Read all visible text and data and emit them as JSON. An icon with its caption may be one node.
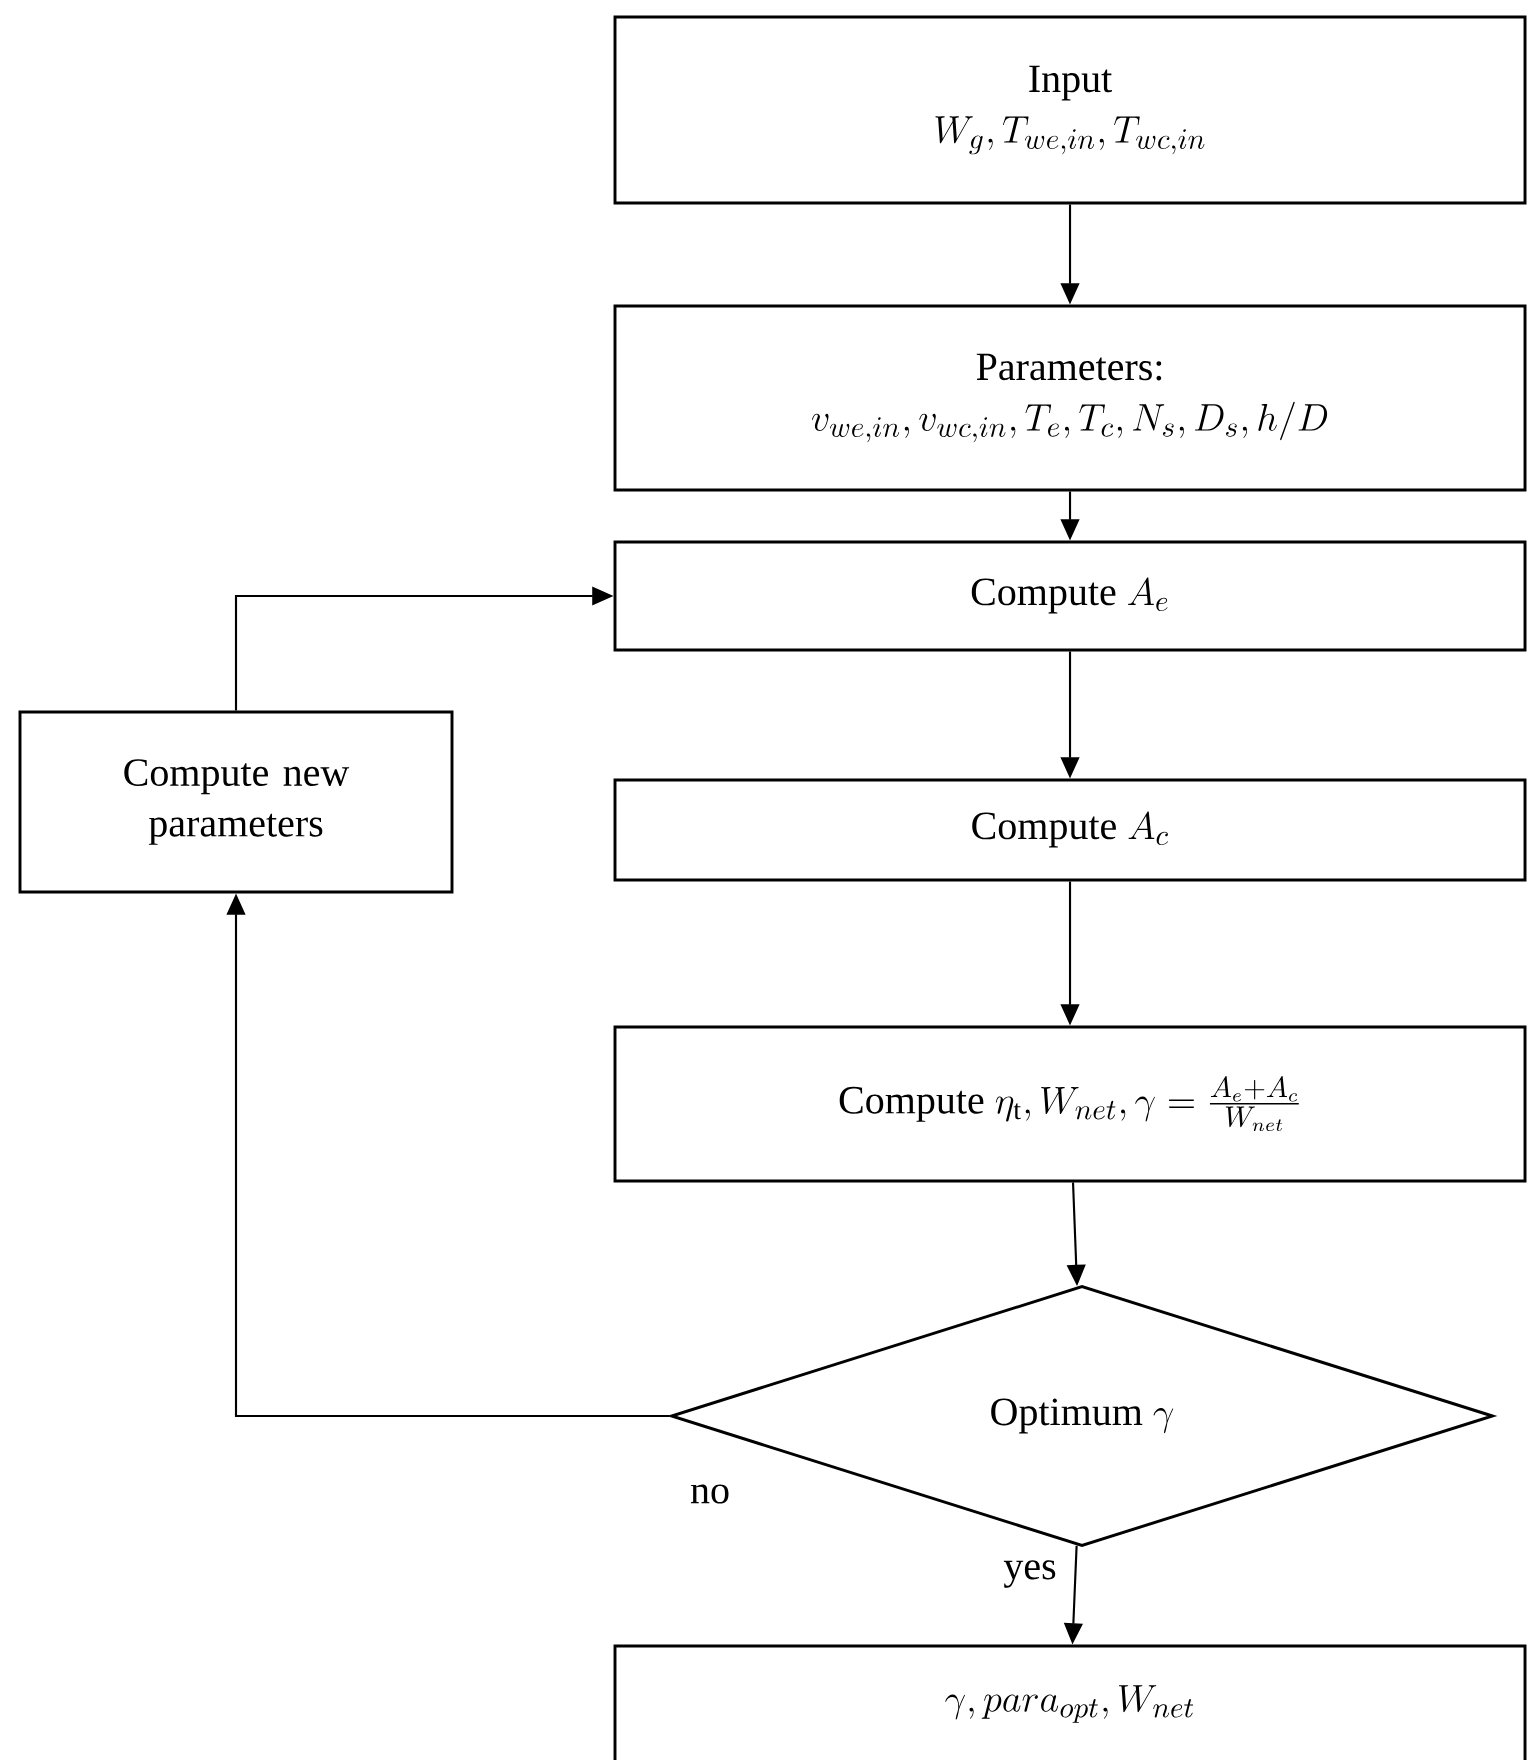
{
  "diagram": {
    "nodes": [
      {
        "text": [
          "Input",
          "W_g,T_{we,in}, T_{wc,in}"
        ]
      },
      {
        "text": [
          "Parameters:",
          "v_{we,in}, v_{wc,in}, T_e, T_c, N_s, D_s, h/D"
        ]
      },
      {
        "text": [
          "\\text{Compute } A_e"
        ]
      },
      {
        "text": [
          "\\text{Compute } A_c"
        ]
      },
      {
        "text": [
          "\\text{Compute } \\eta_{\\mathrm{t}}, W_{net}, \\gamma = \\frac{A_e+A_c}{W_{net}}"
        ]
      },
      {
        "text": [
          "\\text{Optimum } \\gamma"
        ]
      },
      {
        "text": [
          "\\gamma, para_{opt}, W_{net}"
        ]
      },
      {
        "text": [
          "Compute new parameters"
        ]
      }
    ],
    "edges": [
      {
        "from": 0,
        "to": 1,
        "arrow": "to"
      },
      {
        "from": 1,
        "to": 2,
        "arrow": "to"
      },
      {
        "from": 2,
        "to": 3,
        "arrow": "to"
      },
      {
        "from": 3,
        "to": 4,
        "arrow": "to"
      },
      {
        "from": 4,
        "to": 5,
        "arrow": "to"
      },
      {
        "from": 5,
        "to": 6,
        "arrow": "to",
        "label": "yes"
      },
      {
        "from": 5,
        "to": 7,
        "arrow": "to",
        "label": "no"
      },
      {
        "from": 7,
        "to": 2,
        "arrow": "to"
      }
    ]
  }
}
